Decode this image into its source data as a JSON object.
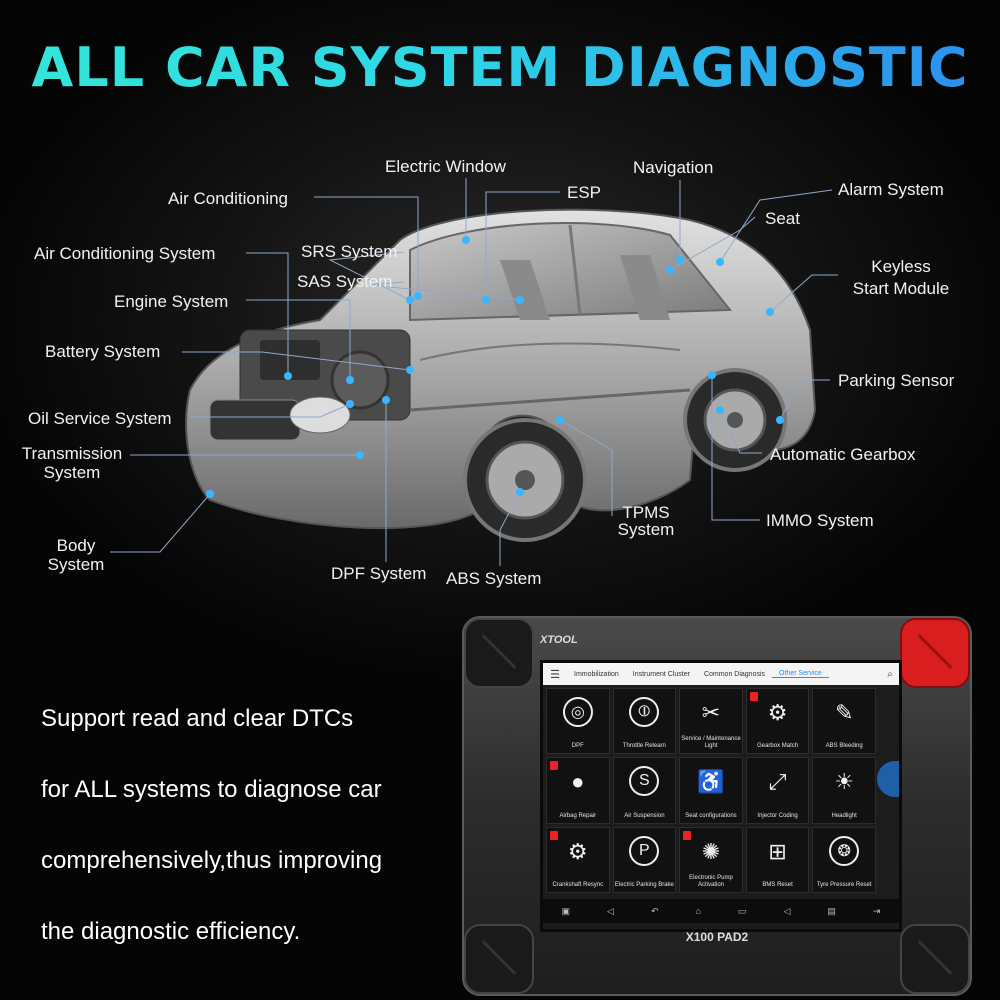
{
  "headline": "ALL CAR SYSTEM DIAGNOSTIC",
  "systems": {
    "electric_window": "Electric Window",
    "air_conditioning": "Air Conditioning",
    "esp": "ESP",
    "navigation": "Navigation",
    "alarm_system": "Alarm System",
    "seat": "Seat",
    "air_conditioning_system": "Air Conditioning System",
    "srs_system": "SRS System",
    "sas_system": "SAS System",
    "keyless_line1": "Keyless",
    "keyless_line2": "Start Module",
    "engine_system": "Engine System",
    "battery_system": "Battery System",
    "parking_sensor": "Parking Sensor",
    "oil_service_system": "Oil Service System",
    "transmission_line1": "Transmission",
    "transmission_line2": "System",
    "automatic_gearbox": "Automatic Gearbox",
    "tpms_line1": "TPMS",
    "tpms_line2": "System",
    "immo_system": "IMMO System",
    "body_line1": "Body",
    "body_line2": "System",
    "dpf_system": "DPF System",
    "abs_system": "ABS System"
  },
  "support_text": [
    "Support read and clear DTCs",
    "for ALL systems to diagnose car",
    "comprehensively,thus improving",
    "the diagnostic efficiency."
  ],
  "device": {
    "brand": "XTOOL",
    "model": "X100 PAD2",
    "tabs": [
      "Immobilization",
      "Instrument Cluster",
      "Common Diagnosis",
      "Other Service"
    ],
    "active_tab": "Other Service",
    "tiles": [
      {
        "label": "DPF",
        "icon": "filter-icon"
      },
      {
        "label": "Throttle Relearn",
        "icon": "throttle-icon"
      },
      {
        "label": "Service / Maintenance Light",
        "icon": "wrench-icon"
      },
      {
        "label": "Gearbox Match",
        "icon": "gears-icon"
      },
      {
        "label": "ABS Bleeding",
        "icon": "bleed-icon"
      },
      {
        "label": "Airbag Repair",
        "icon": "airbag-icon"
      },
      {
        "label": "Air Suspension",
        "icon": "suspension-icon"
      },
      {
        "label": "Seat configurations",
        "icon": "seat-icon"
      },
      {
        "label": "Injector Coding",
        "icon": "injector-icon"
      },
      {
        "label": "Headlight",
        "icon": "headlight-icon"
      },
      {
        "label": "Crankshaft Resync",
        "icon": "gear-icon"
      },
      {
        "label": "Electric Parking Brake",
        "icon": "parking-brake-icon"
      },
      {
        "label": "Electronic Pump Activation",
        "icon": "pump-icon"
      },
      {
        "label": "BMS Reset",
        "icon": "battery-icon"
      },
      {
        "label": "Tyre Pressure Reset",
        "icon": "tyre-icon"
      }
    ]
  },
  "colors": {
    "headline_start": "#33e6d8",
    "headline_end": "#2a8cf0",
    "accent_red": "#d81e1e",
    "leader_line": "#8fa9c9"
  }
}
